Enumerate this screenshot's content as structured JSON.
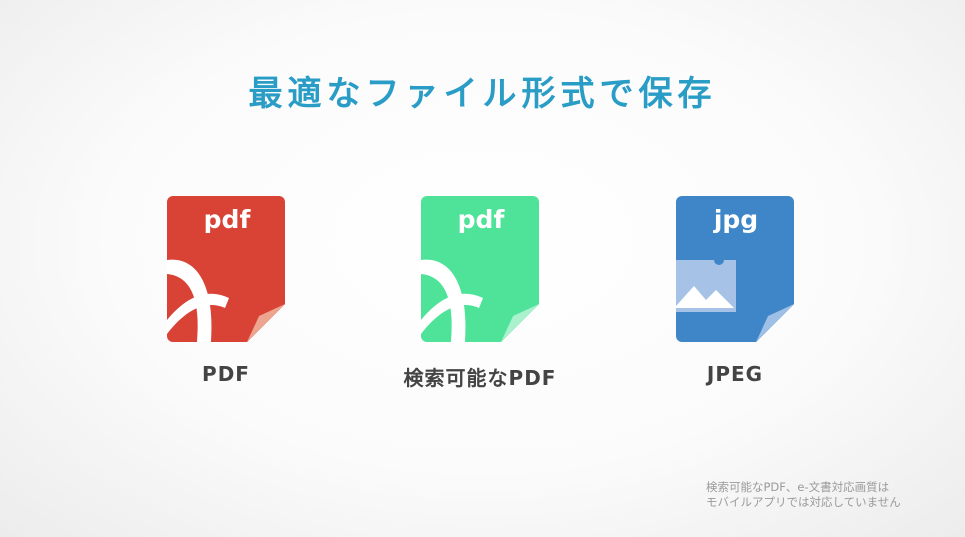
{
  "title": "最適なファイル形式で保存",
  "formats": [
    {
      "label": "PDF",
      "icon_text": "pdf",
      "icon": "pdf-file-icon",
      "color": "#d94336",
      "fold": "#eea58f",
      "shade": "#c22f26"
    },
    {
      "label": "検索可能なPDF",
      "icon_text": "pdf",
      "icon": "searchable-pdf-file-icon",
      "color": "#4fe39a",
      "fold": "#a9f2cd",
      "shade": "#36c97f"
    },
    {
      "label": "JPEG",
      "icon_text": "jpg",
      "icon": "jpeg-file-icon",
      "color": "#3f86c8",
      "fold": "#9fc0e6",
      "shade": "#2a66a8"
    }
  ],
  "note": {
    "line1": "検索可能なPDF、e-文書対応画質は",
    "line2": "モバイルアプリでは対応していません"
  }
}
